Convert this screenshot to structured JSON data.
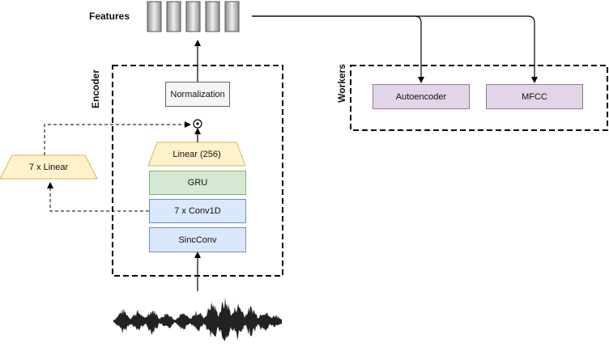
{
  "labels": {
    "features": "Features",
    "encoder": "Encoder",
    "workers": "Workers"
  },
  "blocks": {
    "normalization": "Normalization",
    "linear256": "Linear (256)",
    "gru": "GRU",
    "conv1d": "7 x Conv1D",
    "sincconv": "SincConv",
    "linear7": "7 x Linear",
    "autoencoder": "Autoencoder",
    "mfcc": "MFCC"
  },
  "colors": {
    "trapezoid_fill": "#fff2cc",
    "trapezoid_stroke": "#d6b656",
    "gru_fill": "#d5e8d4",
    "gru_stroke": "#82b366",
    "conv_fill": "#dae8fc",
    "conv_stroke": "#6c8ebf",
    "worker_fill": "#e1d5e7",
    "worker_stroke": "#9673a6",
    "norm_fill": "#f5f5f5",
    "norm_stroke": "#666666"
  }
}
